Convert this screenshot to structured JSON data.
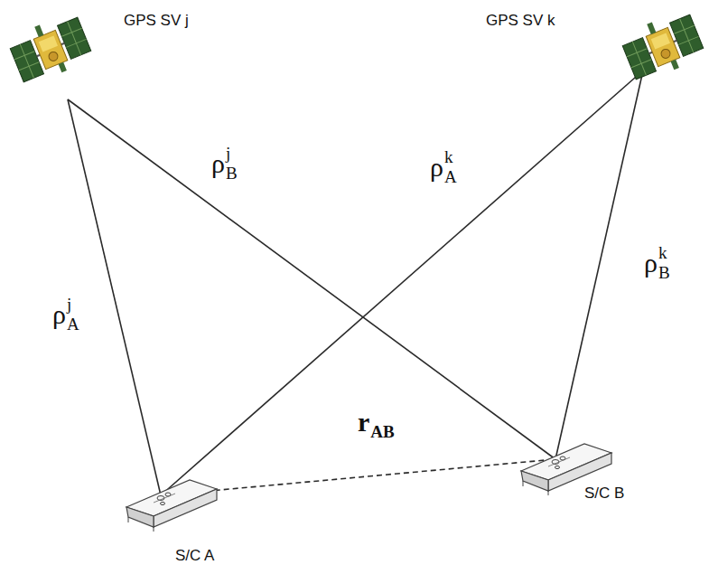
{
  "diagram": {
    "nodes": [
      {
        "text": [
          "GPS SV j"
        ]
      },
      {
        "text": [
          "GPS SV k"
        ]
      },
      {
        "text": [
          "S/C A"
        ]
      },
      {
        "text": [
          "S/C B"
        ]
      }
    ],
    "edges": [
      {
        "from": 0,
        "to": 2,
        "arrow": "none",
        "label": "ρ"
      },
      {
        "from": 0,
        "to": 3,
        "arrow": "none",
        "label": "ρ"
      },
      {
        "from": 1,
        "to": 2,
        "arrow": "none",
        "label": "ρ"
      },
      {
        "from": 1,
        "to": 3,
        "arrow": "none",
        "label": "ρ"
      },
      {
        "from": 2,
        "to": 3,
        "arrow": "none",
        "label": "r"
      }
    ],
    "labels": [
      "j",
      "A",
      "j",
      "B",
      "k",
      "A",
      "k",
      "B",
      "AB"
    ]
  }
}
